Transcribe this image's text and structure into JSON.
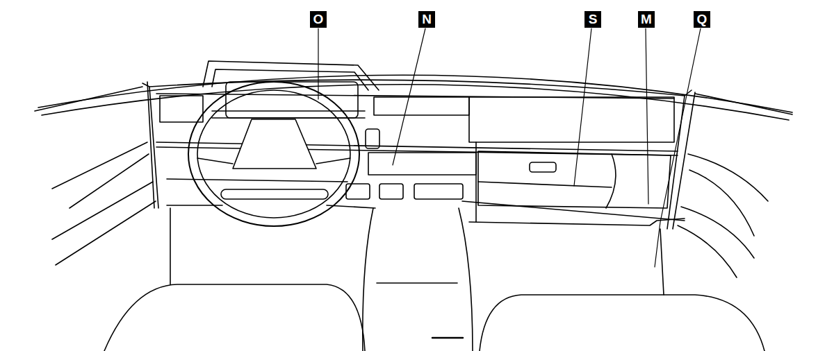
{
  "diagram": {
    "labels": [
      "O",
      "N",
      "S",
      "M",
      "Q"
    ]
  }
}
